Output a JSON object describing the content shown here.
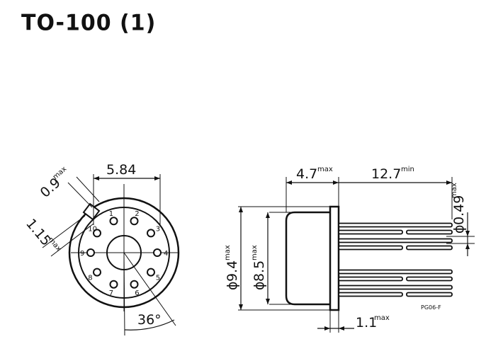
{
  "title": "TO-100 (1)",
  "bottom_view": {
    "pin_diameter": "0.9",
    "pin_diameter_suffix": "max",
    "pin_circle": "5.84",
    "tab_width": "1.15",
    "tab_width_suffix": "max",
    "angle": "36°",
    "pins": [
      "1",
      "2",
      "3",
      "4",
      "5",
      "6",
      "7",
      "8",
      "9",
      "10"
    ]
  },
  "side_view": {
    "body_height": "4.7",
    "body_height_suffix": "max",
    "lead_length": "12.7",
    "lead_length_suffix": "min",
    "lead_diameter": "0.49",
    "lead_diameter_suffix": "max",
    "flange_diameter": "9.4",
    "flange_diameter_suffix": "max",
    "body_diameter": "8.5",
    "body_diameter_suffix": "max",
    "flange_thickness": "1.1",
    "flange_thickness_suffix": "max",
    "drawing_code": "PG06-F",
    "diameter_symbol": "ϕ"
  }
}
